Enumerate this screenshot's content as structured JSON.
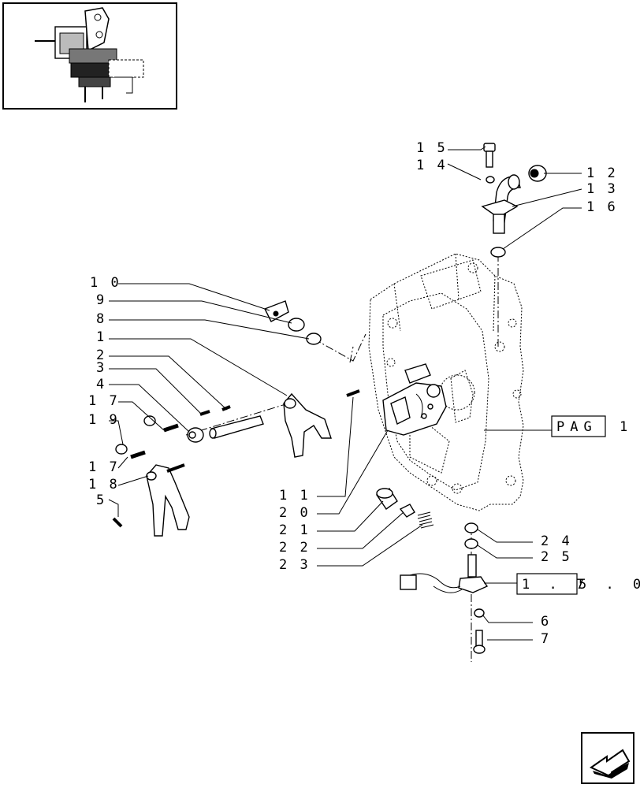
{
  "callouts": {
    "c15": "1 5",
    "c14": "1 4",
    "c12": "1 2",
    "c13": "1 3",
    "c16": "1 6",
    "c10": "1 0",
    "c9": "9",
    "c8": "8",
    "c1": "1",
    "c2": "2",
    "c3": "3",
    "c4": "4",
    "c17a": "1 7",
    "c19": "1 9",
    "c17b": "1 7",
    "c18": "1 8",
    "c5": "5",
    "c11": "1 1",
    "c20": "2 0",
    "c21": "2 1",
    "c22": "2 2",
    "c23": "2 3",
    "c24": "2 4",
    "c25": "2 5",
    "c6": "6",
    "c7": "7"
  },
  "references": {
    "page_ref_text": "PAG",
    "page_ref_number": "1",
    "section_ref_text": "1 . 7",
    "section_ref_rest": "5 . 0"
  },
  "icons": {
    "thumbnail": "transmission-overview-thumbnail",
    "nav": "arrow-back-icon"
  }
}
